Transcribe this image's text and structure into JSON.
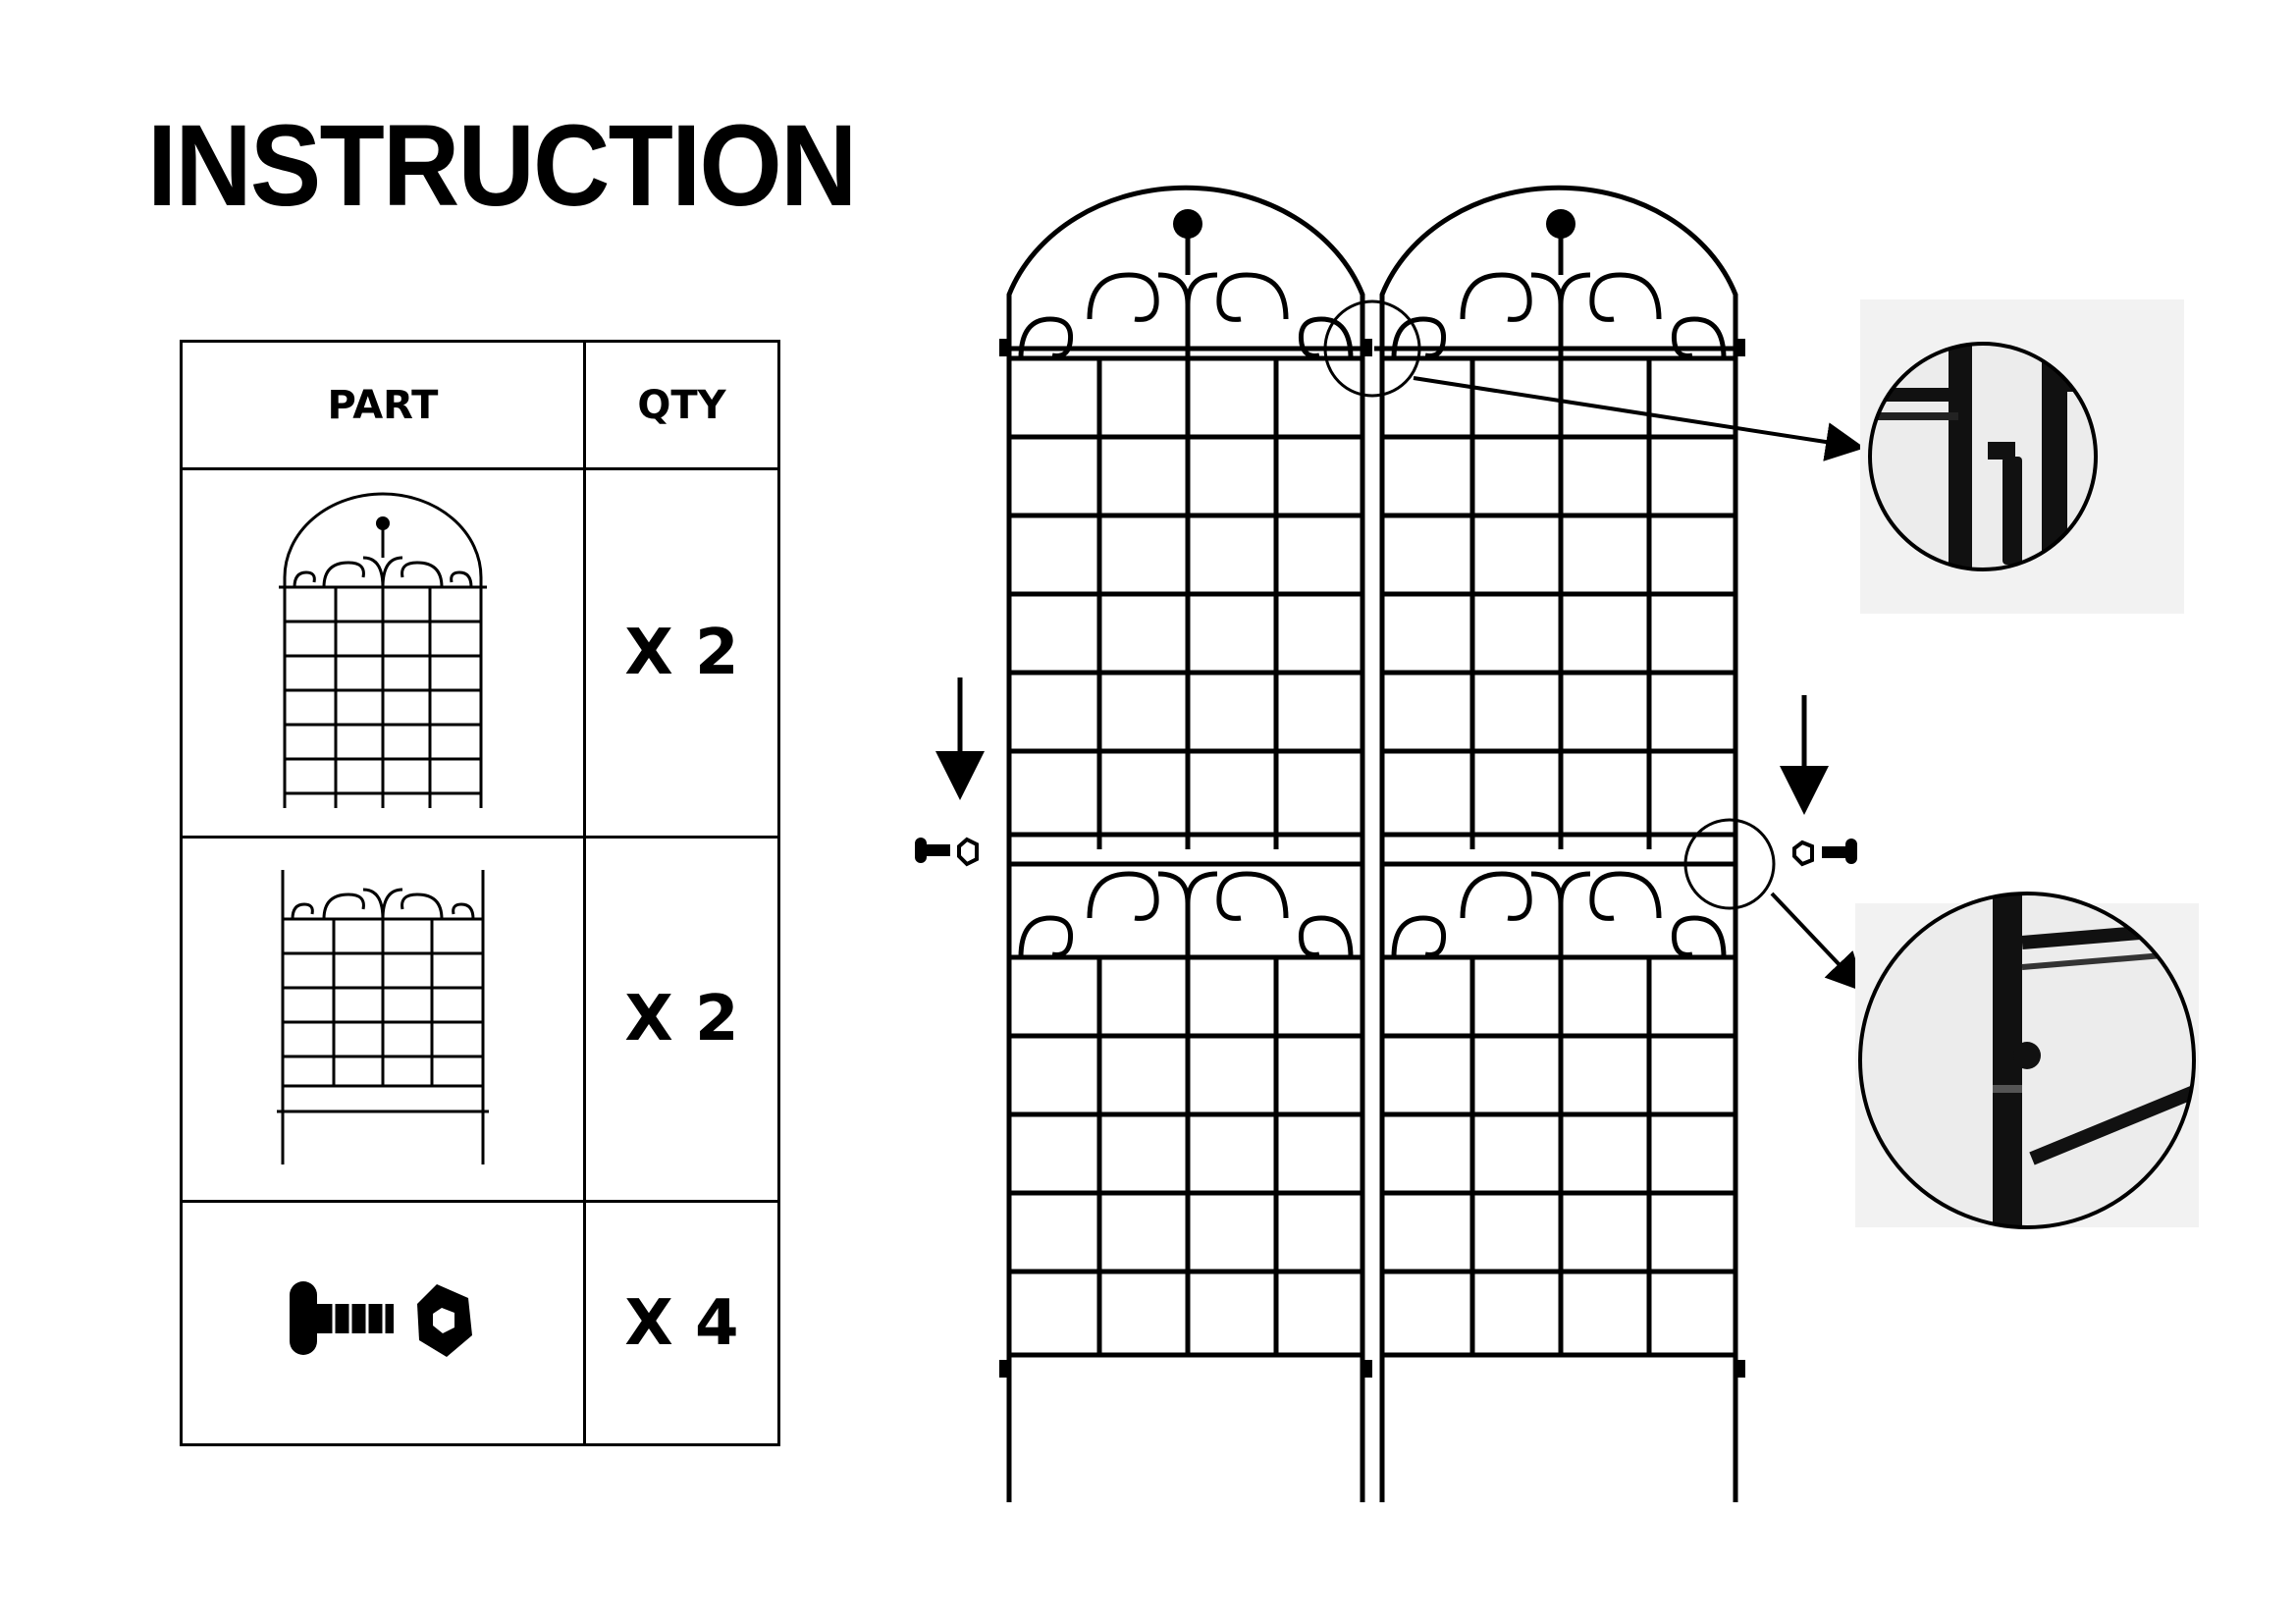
{
  "title": "INSTRUCTION",
  "table": {
    "headers": {
      "part": "PART",
      "qty": "QTY"
    },
    "rows": [
      {
        "part_icon": "arched-top-trellis-panel-icon",
        "qty": "X 2"
      },
      {
        "part_icon": "straight-trellis-panel-icon",
        "qty": "X 2"
      },
      {
        "part_icon": "bolt-and-nut-icon",
        "qty": "X 4"
      }
    ]
  },
  "diagram": {
    "panels": [
      "left-trellis-panel",
      "right-trellis-panel"
    ],
    "detail_callouts": [
      "top-hook-connection-detail",
      "middle-bolt-connection-detail"
    ]
  },
  "colors": {
    "ink": "#000000",
    "background": "#ffffff",
    "photo_background": "#f2f2f2"
  }
}
